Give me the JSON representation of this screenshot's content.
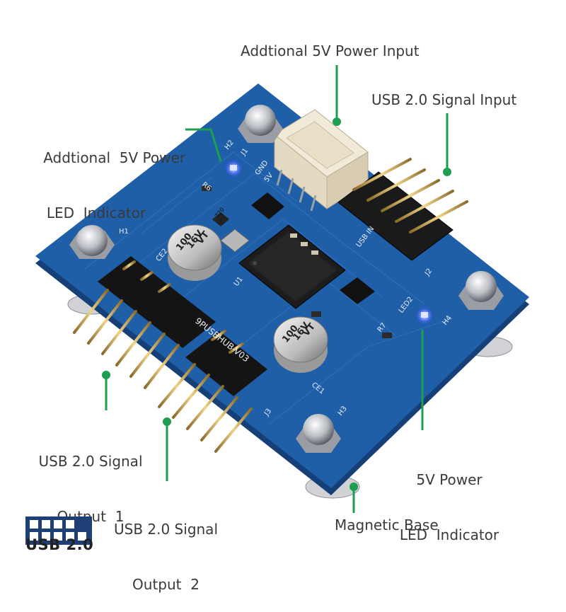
{
  "labels": {
    "power_input": "Addtional 5V Power Input",
    "power_led_line1": "Addtional  5V Power",
    "power_led_line2": "LED  Indicator",
    "signal_input": "USB 2.0 Signal Input",
    "output1_line1": "USB 2.0 Signal",
    "output1_line2": "Output  1",
    "output2_line1": "USB 2.0 Signal",
    "output2_line2": "Output  2",
    "led5v_line1": "5V Power",
    "led5v_line2": "LED  Indicator",
    "magnetic_base": "Magnetic Base"
  },
  "board": {
    "silkscreen_title": "9PUSBHUB-V03",
    "cap_value": "100",
    "cap_voltage": "16V",
    "cap_code": "VT",
    "cap_ce1": "CE1",
    "cap_ce2": "CE2",
    "holes": [
      "H1",
      "H2",
      "H3",
      "H4"
    ],
    "conn_j1": "J1",
    "conn_j2": "J2",
    "conn_j3": "J3",
    "chip_u1": "U1",
    "led2": "LED2",
    "res_r6": "R6",
    "res_r7": "R7",
    "pin_5v": "5V",
    "pin_gnd": "GND",
    "usb_in": "USB IN",
    "crystal": "T20"
  },
  "logo": {
    "text": "USB 2.0"
  },
  "colors": {
    "board": "#1f5fa8",
    "callout": "#1e9e4f",
    "text": "#3a3a3a",
    "led": "#3b6bff"
  }
}
